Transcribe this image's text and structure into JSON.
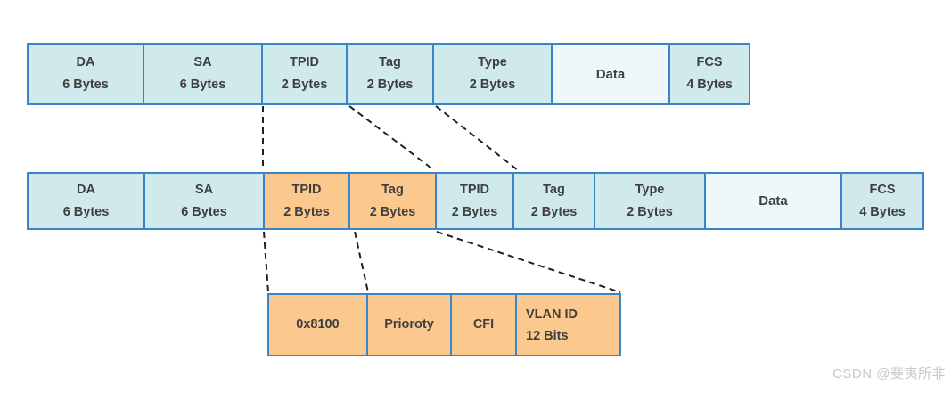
{
  "watermark": {
    "text": "CSDN @斐夷所非"
  },
  "colors": {
    "field_fill": "#cfe9ed",
    "data_fill": "#eef8fb",
    "highlight_fill": "#fbc88d",
    "border": "#3a85c8",
    "text": "#3f3f3f",
    "connector": "#1f1f1f",
    "watermark": "#c8c8c8"
  },
  "frames": {
    "original": {
      "fields": [
        {
          "name": "DA",
          "size": "6 Bytes"
        },
        {
          "name": "SA",
          "size": "6 Bytes"
        },
        {
          "name": "TPID",
          "size": "2 Bytes"
        },
        {
          "name": "Tag",
          "size": "2 Bytes"
        },
        {
          "name": "Type",
          "size": "2 Bytes"
        },
        {
          "name": "Data"
        },
        {
          "name": "FCS",
          "size": "4 Bytes"
        }
      ]
    },
    "double_tagged": {
      "fields": [
        {
          "name": "DA",
          "size": "6 Bytes"
        },
        {
          "name": "SA",
          "size": "6 Bytes"
        },
        {
          "name": "TPID",
          "size": "2 Bytes",
          "highlight": true
        },
        {
          "name": "Tag",
          "size": "2 Bytes",
          "highlight": true
        },
        {
          "name": "TPID",
          "size": "2 Bytes"
        },
        {
          "name": "Tag",
          "size": "2 Bytes"
        },
        {
          "name": "Type",
          "size": "2 Bytes"
        },
        {
          "name": "Data"
        },
        {
          "name": "FCS",
          "size": "4 Bytes"
        }
      ]
    },
    "tag_detail": {
      "fields": [
        {
          "name": "0x8100"
        },
        {
          "name": "Prioroty"
        },
        {
          "name": "CFI"
        },
        {
          "name": "VLAN ID",
          "size": "12 Bits"
        }
      ]
    }
  }
}
